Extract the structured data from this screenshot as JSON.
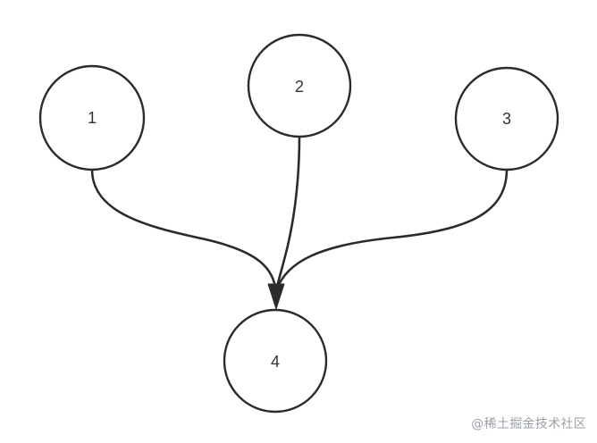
{
  "nodes": [
    {
      "id": "1",
      "label": "1"
    },
    {
      "id": "2",
      "label": "2"
    },
    {
      "id": "3",
      "label": "3"
    },
    {
      "id": "4",
      "label": "4"
    }
  ],
  "edges": [
    {
      "from": "1",
      "to": "4"
    },
    {
      "from": "2",
      "to": "4"
    },
    {
      "from": "3",
      "to": "4"
    }
  ],
  "watermark": "@稀土掘金技术社区"
}
